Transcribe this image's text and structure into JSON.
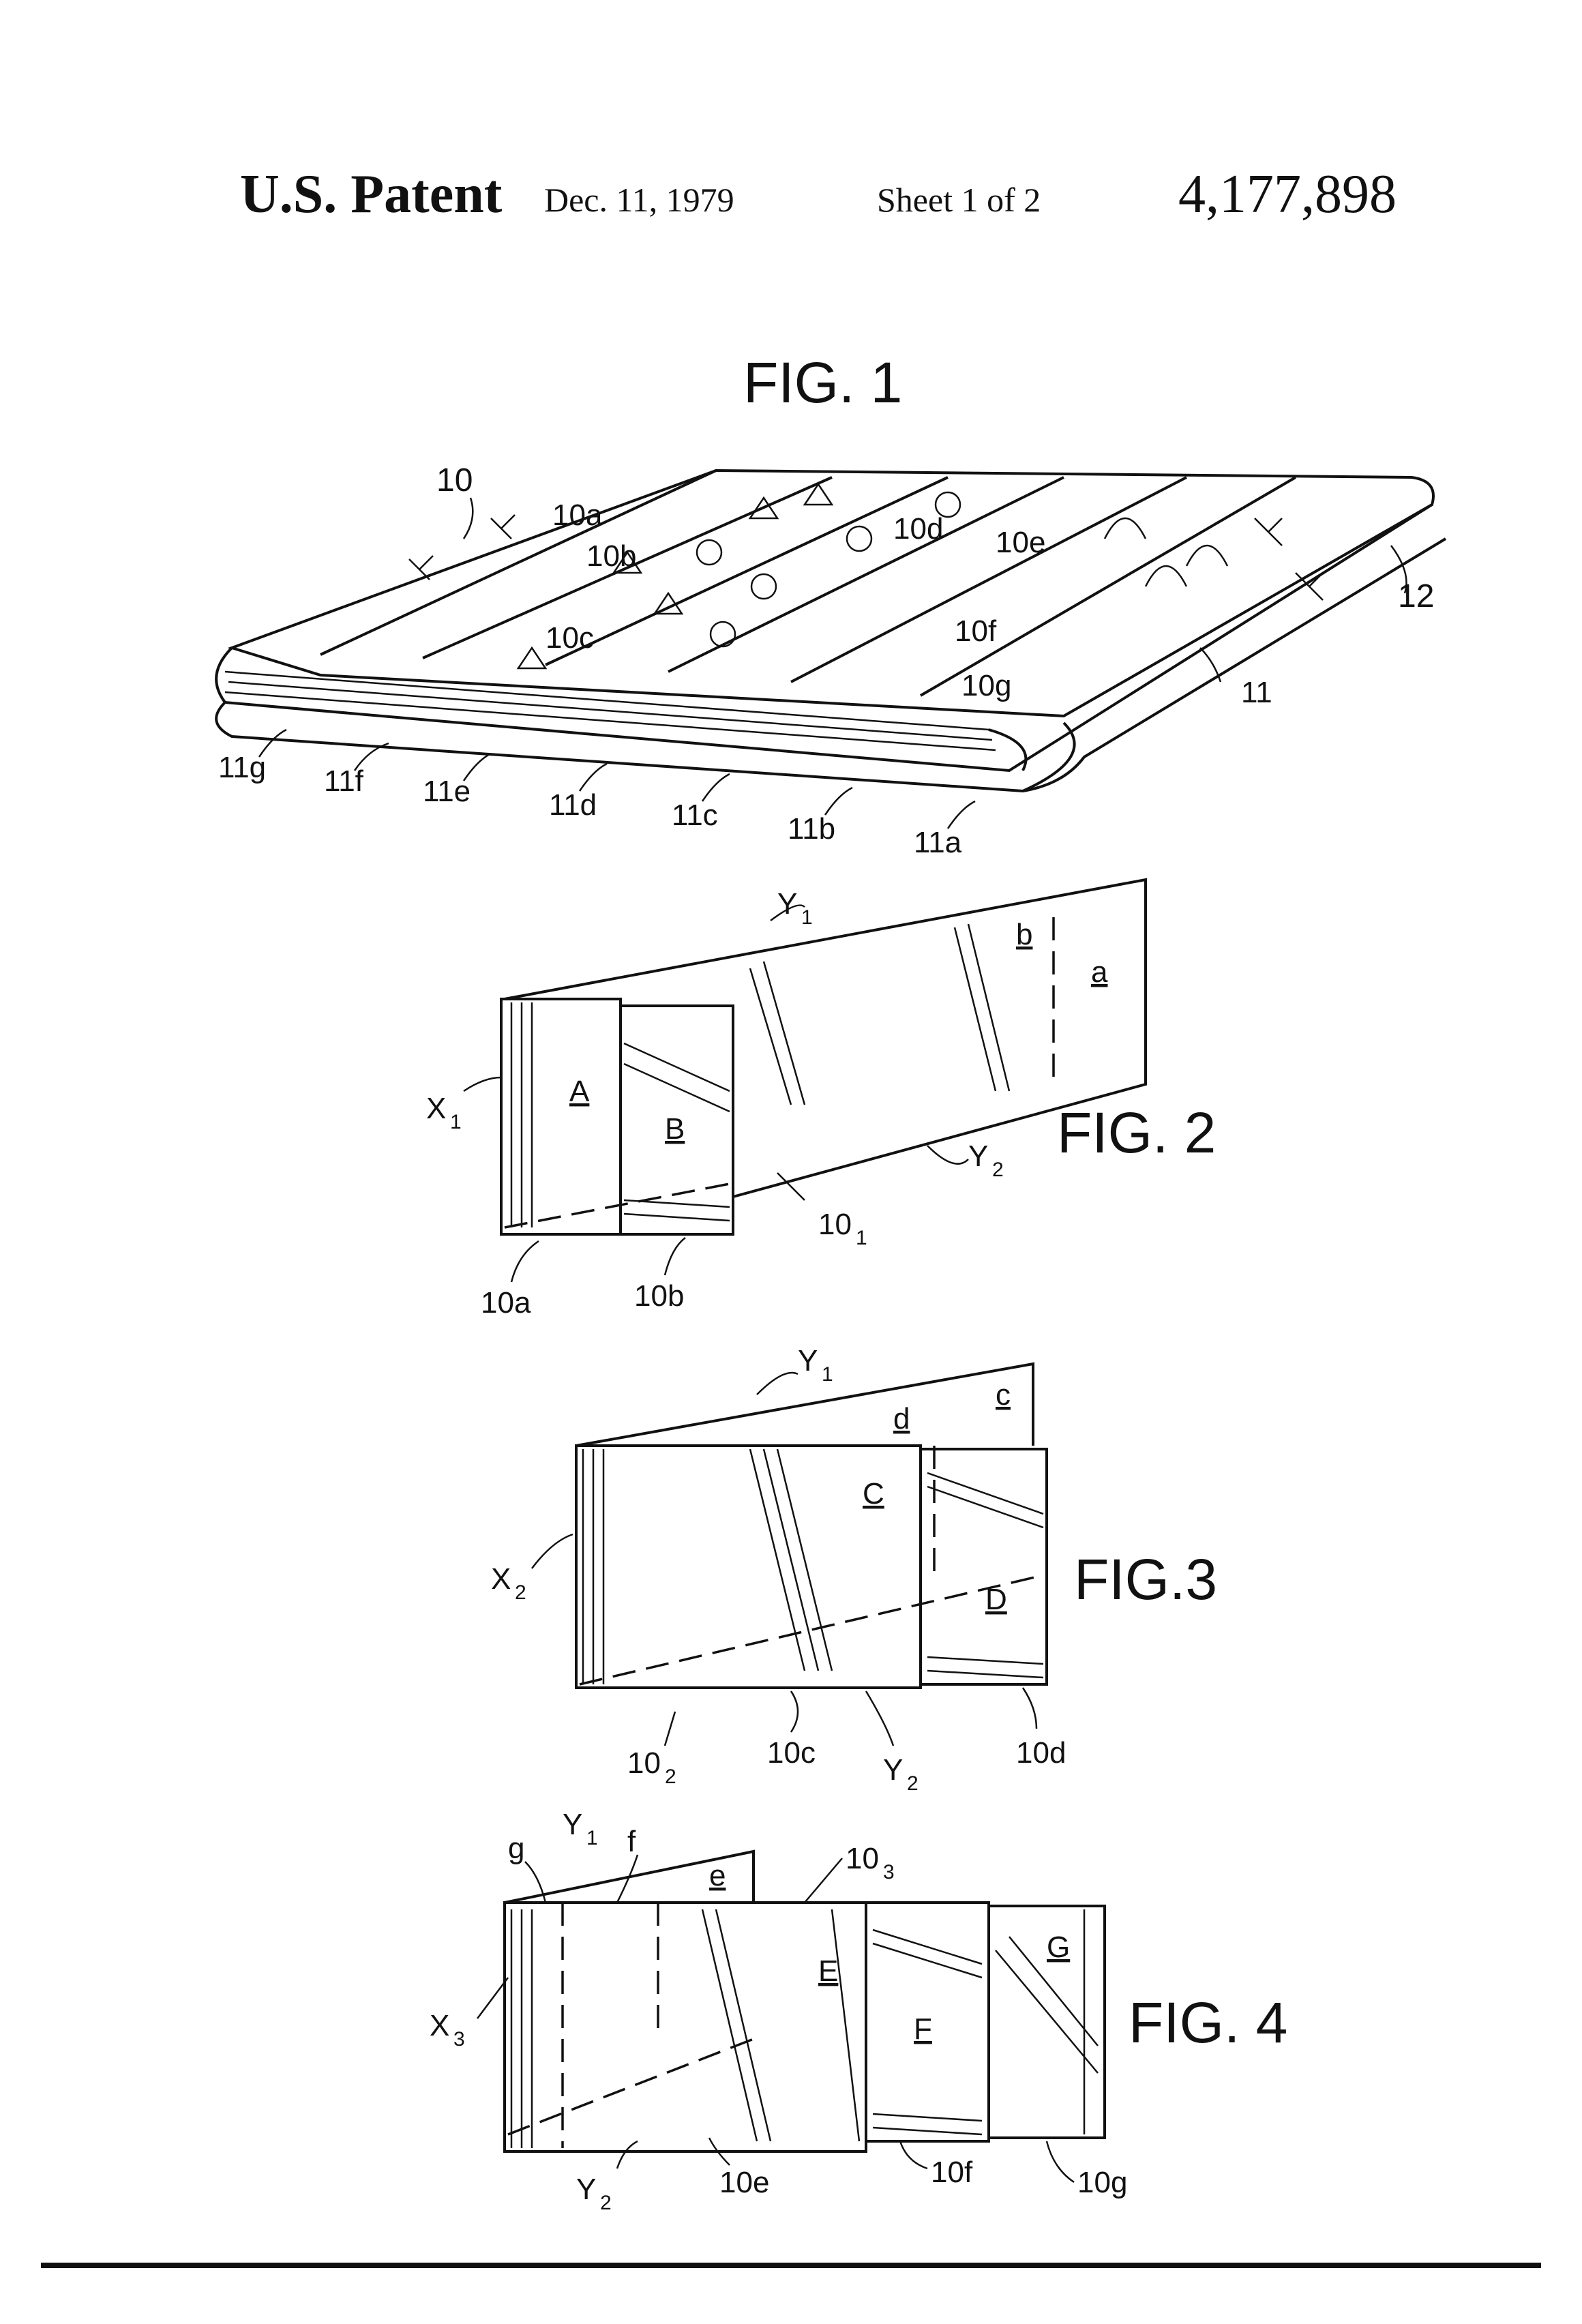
{
  "header": {
    "title": "U.S. Patent",
    "date": "Dec. 11, 1979",
    "sheet": "Sheet 1 of 2",
    "patent_number": "4,177,898"
  },
  "fig1": {
    "title": "FIG. 1",
    "labels": {
      "l10": "10",
      "l10a": "10a",
      "l10b": "10b",
      "l10c": "10c",
      "l10d": "10d",
      "l10e": "10e",
      "l10f": "10f",
      "l10g": "10g",
      "l11": "11",
      "l12": "12",
      "l11a": "11a",
      "l11b": "11b",
      "l11c": "11c",
      "l11d": "11d",
      "l11e": "11e",
      "l11f": "11f",
      "l11g": "11g"
    }
  },
  "fig2": {
    "title": "FIG. 2",
    "labels": {
      "Y": "Y",
      "Y1": "1",
      "Y2": "2",
      "X": "X",
      "X1": "1",
      "A": "A",
      "B": "B",
      "a": "a",
      "b": "b",
      "l10": "10",
      "l10sub": "1",
      "l10a": "10a",
      "l10b": "10b"
    }
  },
  "fig3": {
    "title": "FIG.3",
    "labels": {
      "Y": "Y",
      "Y1": "1",
      "Y2": "2",
      "X": "X",
      "X2": "2",
      "C": "C",
      "D": "D",
      "c": "c",
      "d": "d",
      "l10": "10",
      "l10sub": "2",
      "l10c": "10c",
      "l10d": "10d"
    }
  },
  "fig4": {
    "title": "FIG. 4",
    "labels": {
      "Y": "Y",
      "Y1": "1",
      "Y2": "2",
      "X": "X",
      "X3": "3",
      "E": "E",
      "F": "F",
      "G": "G",
      "e": "e",
      "f": "f",
      "g": "g",
      "l10": "10",
      "l10sub": "3",
      "l10e": "10e",
      "l10f": "10f",
      "l10g": "10g"
    }
  }
}
